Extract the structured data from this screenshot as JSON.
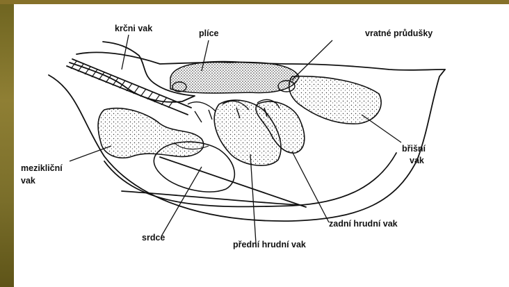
{
  "labels": {
    "neck_sac": "krčni vak",
    "lungs": "plíce",
    "recurrent_bronchi": "vratné průdušky",
    "abdominal_sac_1": "břišní",
    "abdominal_sac_2": "vak",
    "clavicular_sac_1": "mezikliční",
    "clavicular_sac_2": "vak",
    "posterior_thoracic_sac": "zadní hrudní vak",
    "heart": "srdce",
    "anterior_thoracic_sac": "přední hrudní vak"
  },
  "colors": {
    "frame": "#8a7a2c",
    "background": "#ffffff",
    "ink": "#111111"
  }
}
